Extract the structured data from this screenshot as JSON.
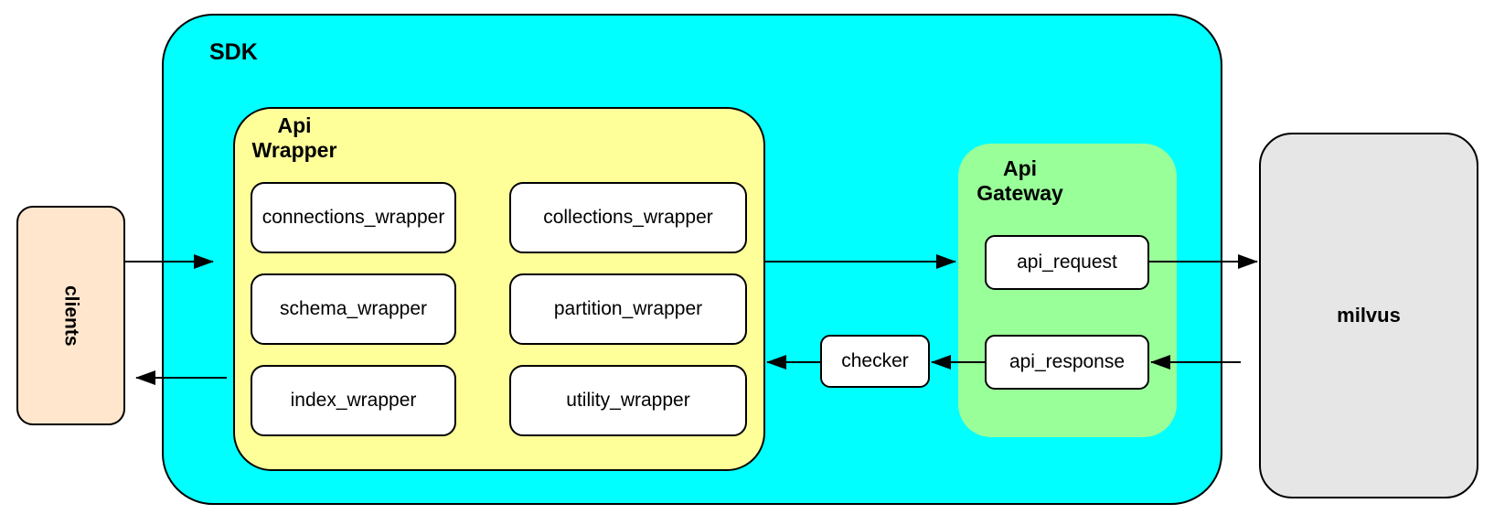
{
  "diagram": {
    "clients": {
      "label": "clients"
    },
    "sdk": {
      "label": "SDK"
    },
    "api_wrapper": {
      "label_line1": "Api",
      "label_line2": "Wrapper",
      "boxes": [
        {
          "label": "connections_wrapper"
        },
        {
          "label": "collections_wrapper"
        },
        {
          "label": "schema_wrapper"
        },
        {
          "label": "partition_wrapper"
        },
        {
          "label": "index_wrapper"
        },
        {
          "label": "utility_wrapper"
        }
      ]
    },
    "checker": {
      "label": "checker"
    },
    "api_gateway": {
      "label_line1": "Api",
      "label_line2": "Gateway",
      "request_label": "api_request",
      "response_label": "api_response"
    },
    "milvus": {
      "label": "milvus"
    },
    "colors": {
      "sdk_fill": "#00ffff",
      "api_wrapper_fill": "#ffff99",
      "api_gateway_fill": "#99ff99",
      "clients_fill": "#ffe6cc",
      "milvus_fill": "#e6e6e6",
      "process_box_fill": "#ffffff",
      "border": "#000000"
    },
    "arrows": [
      {
        "name": "clients-to-sdk",
        "direction": "right"
      },
      {
        "name": "sdk-to-clients",
        "direction": "left"
      },
      {
        "name": "api-wrapper-to-api-gateway",
        "direction": "right"
      },
      {
        "name": "api-request-to-milvus",
        "direction": "right"
      },
      {
        "name": "milvus-to-api-response",
        "direction": "left"
      },
      {
        "name": "api-response-to-checker",
        "direction": "left"
      },
      {
        "name": "checker-to-api-wrapper",
        "direction": "left"
      }
    ]
  }
}
